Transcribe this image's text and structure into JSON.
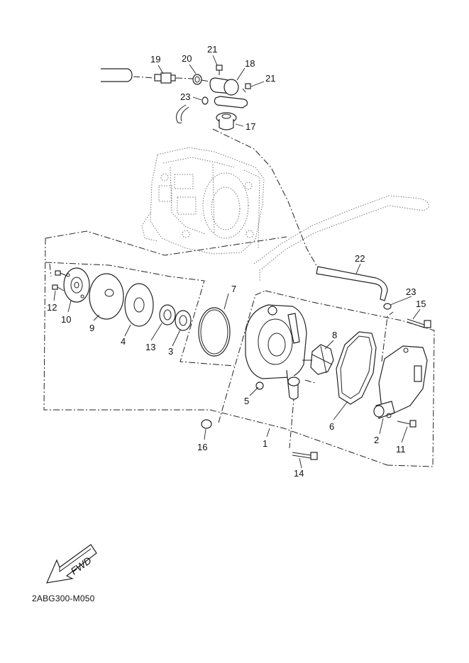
{
  "diagram": {
    "callouts": [
      "1",
      "2",
      "3",
      "4",
      "5",
      "6",
      "7",
      "8",
      "9",
      "10",
      "11",
      "12",
      "13",
      "14",
      "15",
      "16",
      "17",
      "18",
      "19",
      "20",
      "21",
      "21",
      "22",
      "23",
      "23"
    ],
    "direction_label": "FWD",
    "code": "2ABG300-M050"
  }
}
